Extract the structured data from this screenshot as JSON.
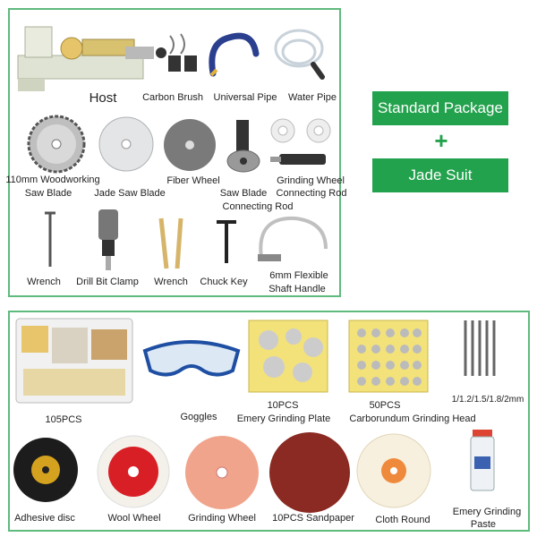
{
  "badges": {
    "standard": "Standard Package",
    "plus": "+",
    "jade": "Jade Suit"
  },
  "standard_items": {
    "host": "Host",
    "carbon_brush": "Carbon Brush",
    "universal_pipe": "Universal Pipe",
    "water_pipe": "Water Pipe",
    "woodworking_line1": "110mm Woodworking",
    "woodworking_line2": "Saw Blade",
    "jade_saw_blade": "Jade Saw Blade",
    "fiber_wheel": "Fiber Wheel",
    "saw_blade_rod_line1": "Saw Blade",
    "saw_blade_rod_line2": "Connecting Rod",
    "grinding_rod_line1": "Grinding Wheel",
    "grinding_rod_line2": "Connecting Rod",
    "wrench_hex": "Wrench",
    "drill_bit_clamp": "Drill Bit Clamp",
    "wrench_open": "Wrench",
    "chuck_key": "Chuck Key",
    "flex_shaft_line1": "6mm Flexible",
    "flex_shaft_line2": "Shaft Handle"
  },
  "jade_items": {
    "pcs105": "105PCS",
    "goggles": "Goggles",
    "emery_plate_line1": "10PCS",
    "emery_plate_line2": "Emery Grinding Plate",
    "carborundum_line1": "50PCS",
    "carborundum_line2": "Carborundum Grinding Head",
    "needle_sizes": "1/1.2/1.5/1.8/2mm",
    "adhesive_disc": "Adhesive disc",
    "wool_wheel": "Wool Wheel",
    "grinding_wheel": "Grinding Wheel",
    "sandpaper": "10PCS Sandpaper",
    "cloth_round": "Cloth Round",
    "paste_line1": "Emery Grinding",
    "paste_line2": "Paste"
  },
  "colors": {
    "frame": "#5fba7d",
    "badge": "#23a24d"
  }
}
